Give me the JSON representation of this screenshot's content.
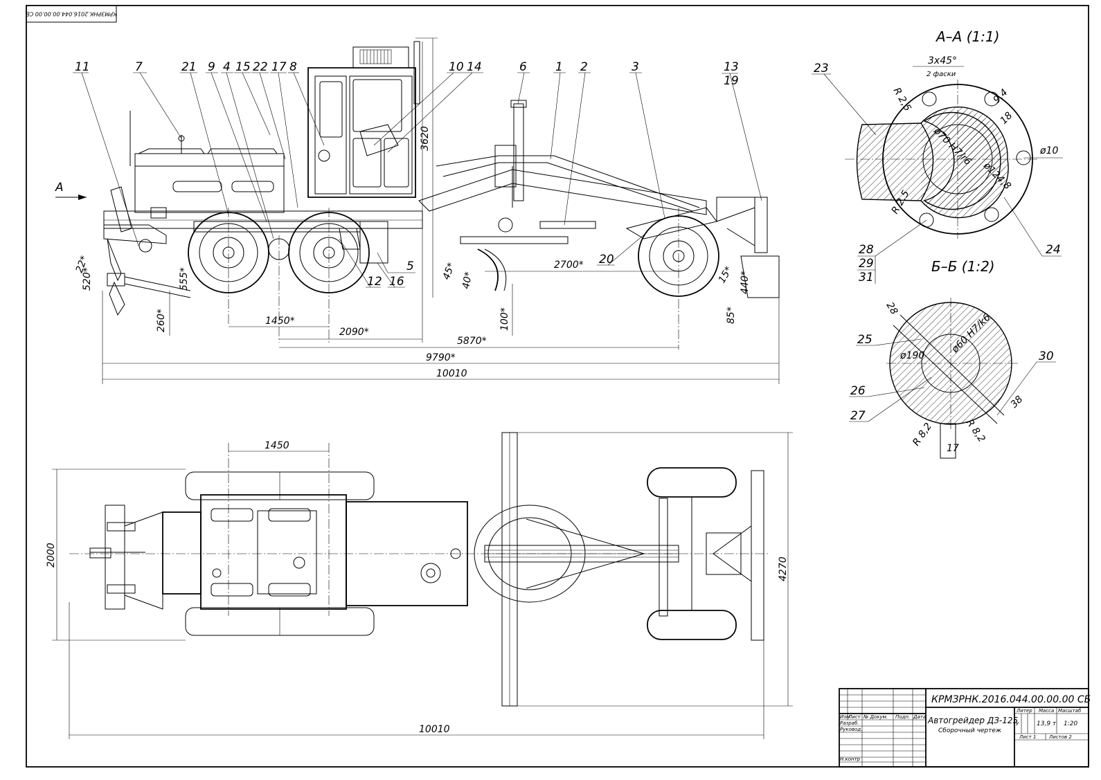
{
  "stamp_code": "КРМЗРНК.2016.044.00.00.00 СБ",
  "view_arrow": "A",
  "side_view": {
    "callouts": [
      "11",
      "7",
      "21",
      "9",
      "4",
      "15",
      "22",
      "17",
      "8",
      "10",
      "14",
      "6",
      "1",
      "2",
      "3",
      "13",
      "19",
      "5",
      "12",
      "16",
      "20"
    ],
    "dims": {
      "height": "3620",
      "d1450": "1450*",
      "d2090": "2090*",
      "d5870": "5870*",
      "d9790": "9790*",
      "d10010": "10010",
      "d2700": "2700*",
      "d520": "520*",
      "d22": "22*",
      "d555": "555*",
      "d260": "260*",
      "d45": "45*",
      "d40": "40*",
      "d100": "100*",
      "d440": "440*",
      "d85": "85*",
      "d15": "15*"
    }
  },
  "top_view": {
    "dims": {
      "d1450": "1450",
      "d2000": "2000",
      "d4270": "4270",
      "d10010": "10010"
    }
  },
  "section_aa": {
    "title": "А–А (1:1)",
    "callouts": [
      "23",
      "24",
      "28",
      "29",
      "31"
    ],
    "dims": {
      "chamfer": "3x45°",
      "chamfer_note": "2 фаски",
      "r25a": "R 2,5",
      "r25b": "R 2,5",
      "d94": "9,4",
      "d18": "18",
      "phi10": "ø10",
      "phi70": "ø70 H7/r6",
      "phi1248": "ø124,8"
    }
  },
  "section_bb": {
    "title": "Б–Б (1:2)",
    "callouts": [
      "25",
      "26",
      "27",
      "30"
    ],
    "dims": {
      "d28": "28",
      "phi190": "ø190",
      "phi60": "ø60 H7/k6",
      "d38": "38",
      "r82a": "R 8,2",
      "r82b": "R 8,2",
      "d17": "17"
    }
  },
  "title_block": {
    "designation": "КРМЗРНК.2016.044.00.00.00  СБ",
    "name": "Автогрейдер ДЗ-125",
    "doc_type": "Сборочный чертеж",
    "col_izm": "Изм",
    "col_list": "Лист",
    "col_doc": "№ Докум.",
    "col_sign": "Подп.",
    "col_date": "Дата",
    "row_razrab": "Разраб.",
    "row_rukovod": "Руковод.",
    "row_nkontr": "Н.контр",
    "h_liter": "Литер",
    "h_massa": "Масса",
    "h_masshtab": "Масштаб",
    "liter": "У",
    "massa": "13,9 т",
    "masshtab": "1:20",
    "list": "Лист 1",
    "listov": "Листов 2"
  }
}
